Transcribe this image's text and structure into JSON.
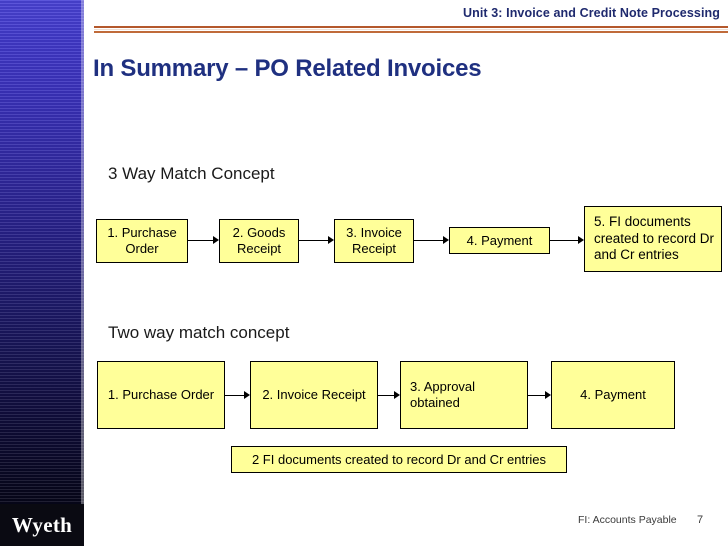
{
  "header": {
    "unit_title": "Unit 3: Invoice and Credit Note Processing"
  },
  "slide": {
    "title": "In Summary – PO Related Invoices"
  },
  "branding": {
    "logo_text": "Wyeth"
  },
  "sections": [
    {
      "heading": "3 Way Match Concept",
      "boxes": [
        "1. Purchase Order",
        "2. Goods Receipt",
        "3. Invoice Receipt",
        "4. Payment",
        "5. FI documents created to record Dr and Cr entries"
      ]
    },
    {
      "heading": "Two way match concept",
      "boxes": [
        "1. Purchase Order",
        "2. Invoice Receipt",
        "3. Approval obtained",
        "4. Payment"
      ],
      "caption": "2 FI documents created to record Dr and Cr entries"
    }
  ],
  "footer": {
    "label": "FI: Accounts Payable",
    "page_number": "7"
  },
  "colors": {
    "box_fill": "#ffff99",
    "box_border": "#000000",
    "title_blue": "#1f3080",
    "header_blue": "#1f2a6e",
    "rule_orange": "#b4582c",
    "band_top": "#4a43d6",
    "band_bottom": "#040410"
  }
}
